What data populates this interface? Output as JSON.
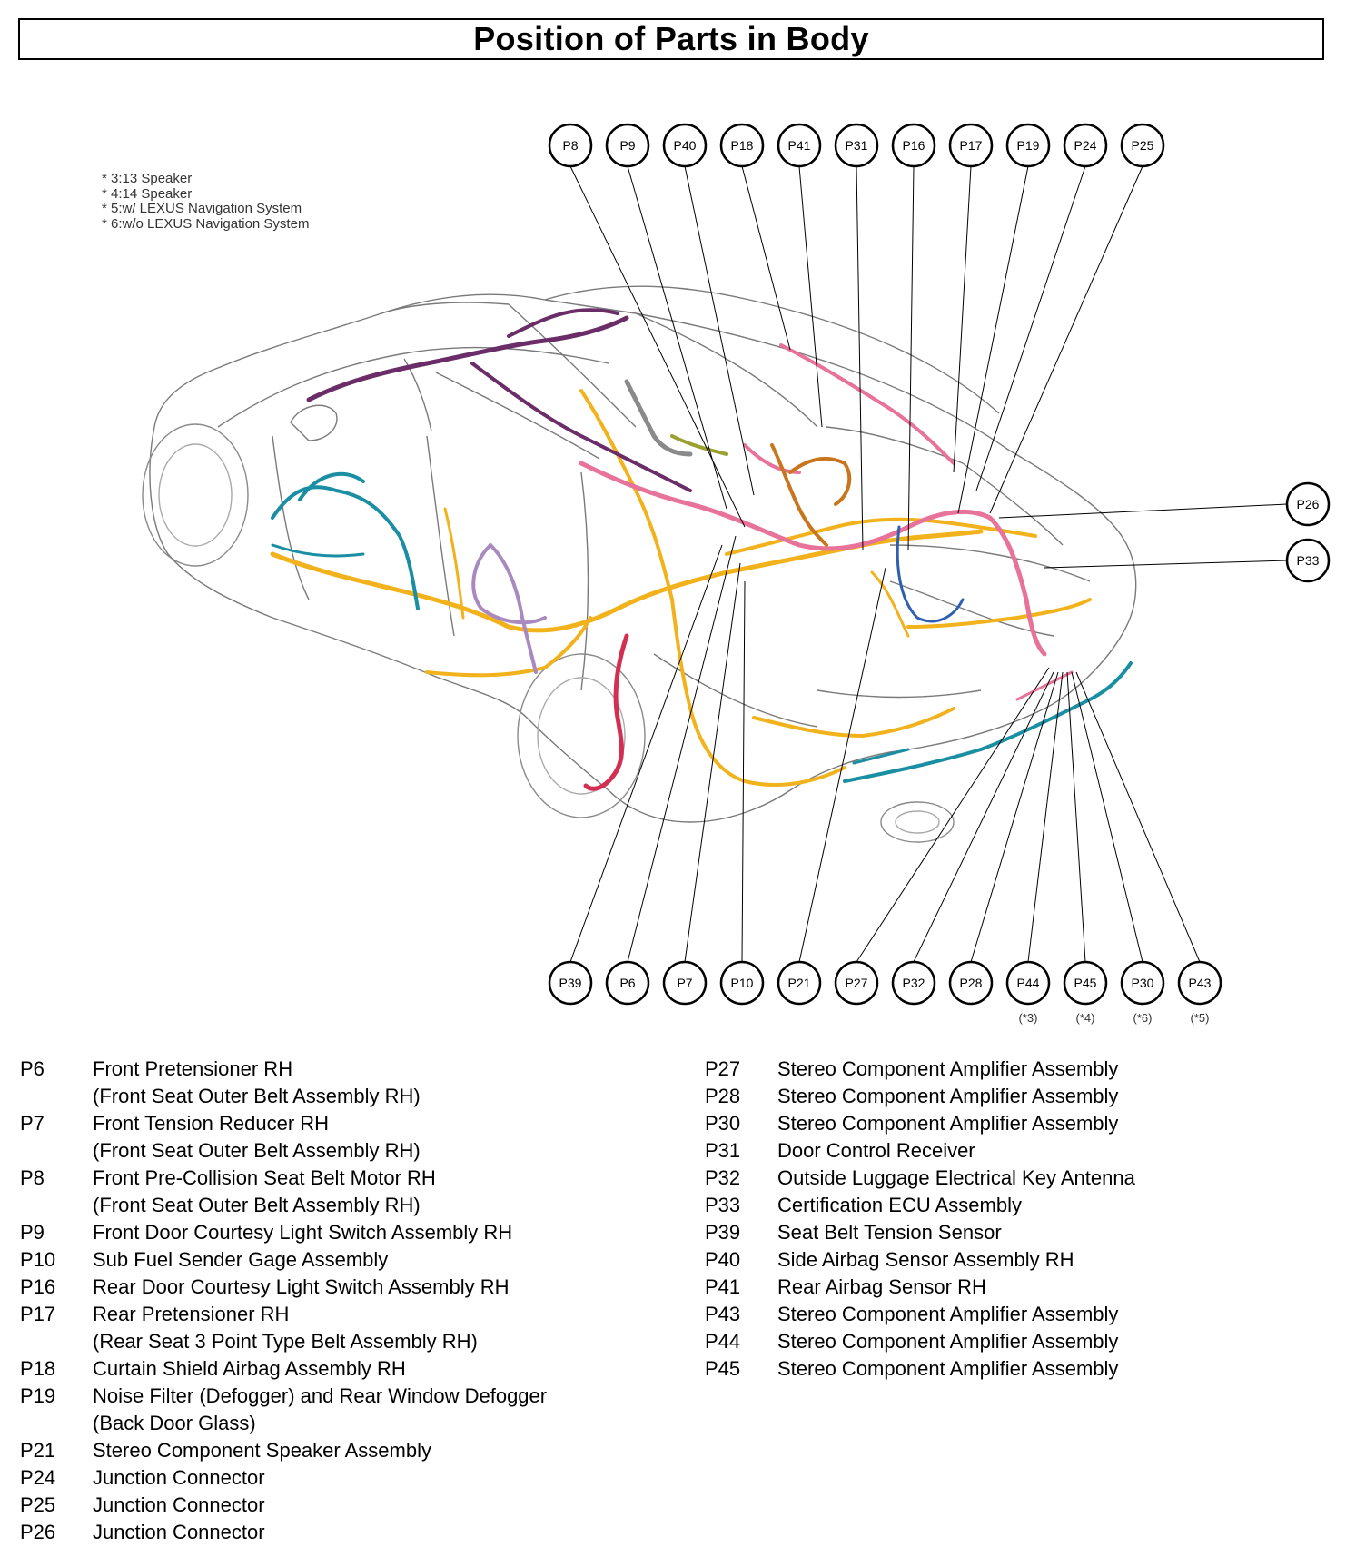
{
  "title": "Position of Parts in Body",
  "notes": [
    "* 3:13 Speaker",
    "* 4:14 Speaker",
    "* 5:w/ LEXUS Navigation System",
    "* 6:w/o LEXUS Navigation System"
  ],
  "colors": {
    "orange": "#f2b21c",
    "pink": "#e8739a",
    "teal": "#1a8fa3",
    "purple": "#6b2d68",
    "brown": "#c8751e",
    "red": "#d32f52",
    "lavender": "#a98ac0",
    "olive": "#9aa12e",
    "gray": "#8a8a8a"
  },
  "callouts_top": [
    "P8",
    "P9",
    "P40",
    "P18",
    "P41",
    "P31",
    "P16",
    "P17",
    "P19",
    "P24",
    "P25"
  ],
  "callouts_right": [
    "P26",
    "P33"
  ],
  "callouts_bottom": [
    {
      "label": "P39",
      "note": ""
    },
    {
      "label": "P6",
      "note": ""
    },
    {
      "label": "P7",
      "note": ""
    },
    {
      "label": "P10",
      "note": ""
    },
    {
      "label": "P21",
      "note": ""
    },
    {
      "label": "P27",
      "note": ""
    },
    {
      "label": "P32",
      "note": ""
    },
    {
      "label": "P28",
      "note": ""
    },
    {
      "label": "P44",
      "note": "(*3)"
    },
    {
      "label": "P45",
      "note": "(*4)"
    },
    {
      "label": "P30",
      "note": "(*6)"
    },
    {
      "label": "P43",
      "note": "(*5)"
    }
  ],
  "legend_left": [
    {
      "code": "P6",
      "lines": [
        "Front Pretensioner RH",
        "(Front Seat Outer Belt Assembly RH)"
      ]
    },
    {
      "code": "P7",
      "lines": [
        "Front Tension Reducer RH",
        "(Front Seat Outer Belt Assembly RH)"
      ]
    },
    {
      "code": "P8",
      "lines": [
        "Front Pre-Collision Seat Belt Motor RH",
        "(Front Seat Outer Belt Assembly RH)"
      ]
    },
    {
      "code": "P9",
      "lines": [
        "Front Door Courtesy Light Switch Assembly RH"
      ]
    },
    {
      "code": "P10",
      "lines": [
        "Sub Fuel Sender Gage Assembly"
      ]
    },
    {
      "code": "P16",
      "lines": [
        "Rear Door Courtesy Light Switch Assembly RH"
      ]
    },
    {
      "code": "P17",
      "lines": [
        "Rear Pretensioner RH",
        "(Rear Seat 3 Point Type Belt Assembly RH)"
      ]
    },
    {
      "code": "P18",
      "lines": [
        "Curtain Shield Airbag Assembly RH"
      ]
    },
    {
      "code": "P19",
      "lines": [
        "Noise Filter (Defogger) and Rear Window Defogger",
        "(Back Door Glass)"
      ]
    },
    {
      "code": "P21",
      "lines": [
        "Stereo Component Speaker Assembly"
      ]
    },
    {
      "code": "P24",
      "lines": [
        "Junction Connector"
      ]
    },
    {
      "code": "P25",
      "lines": [
        "Junction Connector"
      ]
    },
    {
      "code": "P26",
      "lines": [
        "Junction Connector"
      ]
    }
  ],
  "legend_right": [
    {
      "code": "P27",
      "lines": [
        "Stereo Component Amplifier Assembly"
      ]
    },
    {
      "code": "P28",
      "lines": [
        "Stereo Component Amplifier Assembly"
      ]
    },
    {
      "code": "P30",
      "lines": [
        "Stereo Component Amplifier Assembly"
      ]
    },
    {
      "code": "P31",
      "lines": [
        "Door Control Receiver"
      ]
    },
    {
      "code": "P32",
      "lines": [
        "Outside Luggage Electrical Key Antenna"
      ]
    },
    {
      "code": "P33",
      "lines": [
        "Certification ECU Assembly"
      ]
    },
    {
      "code": "P39",
      "lines": [
        "Seat Belt Tension Sensor"
      ]
    },
    {
      "code": "P40",
      "lines": [
        "Side Airbag Sensor Assembly RH"
      ]
    },
    {
      "code": "P41",
      "lines": [
        "Rear Airbag Sensor RH"
      ]
    },
    {
      "code": "P43",
      "lines": [
        "Stereo Component Amplifier Assembly"
      ]
    },
    {
      "code": "P44",
      "lines": [
        "Stereo Component Amplifier Assembly"
      ]
    },
    {
      "code": "P45",
      "lines": [
        "Stereo Component Amplifier Assembly"
      ]
    }
  ]
}
